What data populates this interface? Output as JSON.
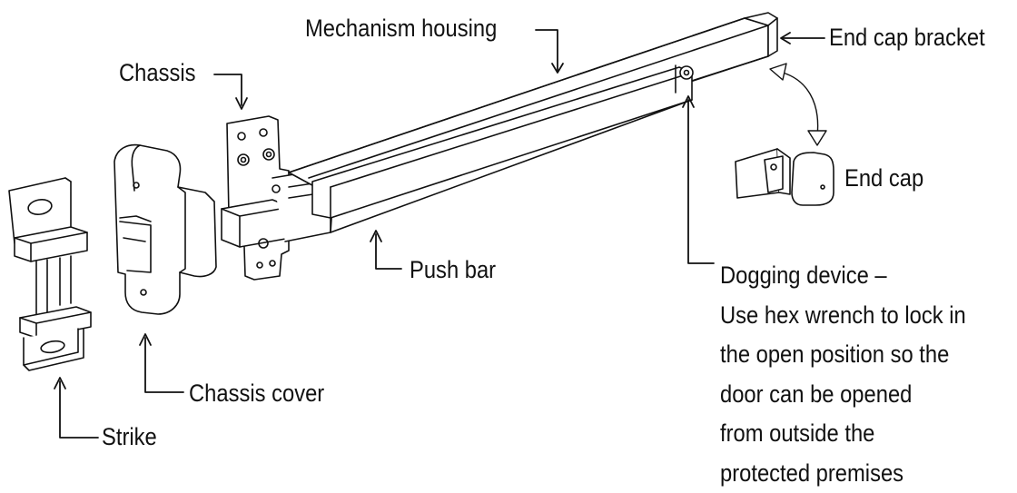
{
  "labels": {
    "mechanism_housing": "Mechanism housing",
    "end_cap_bracket": "End cap bracket",
    "chassis": "Chassis",
    "end_cap": "End cap",
    "push_bar": "Push bar",
    "chassis_cover": "Chassis cover",
    "strike": "Strike",
    "dogging_device": [
      "Dogging device –",
      "Use hex wrench to lock in",
      "the open position so the",
      "door can be opened",
      "from outside the",
      "protected premises"
    ]
  }
}
